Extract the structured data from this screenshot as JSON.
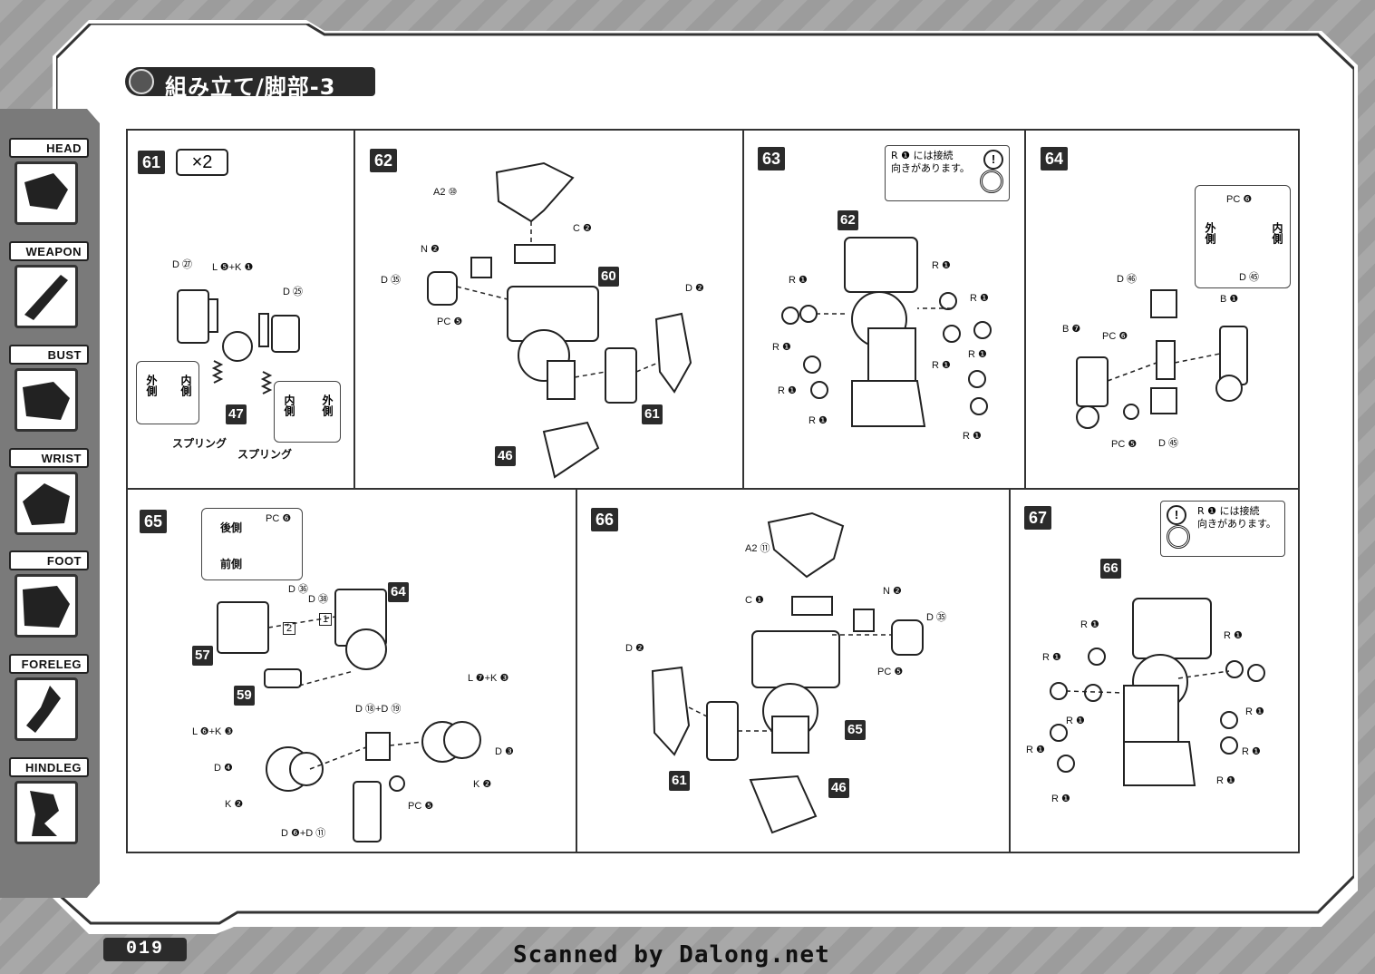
{
  "header": {
    "title": "組み立て/脚部-3"
  },
  "sidebar": {
    "tabs": [
      {
        "label": "HEAD"
      },
      {
        "label": "WEAPON"
      },
      {
        "label": "BUST"
      },
      {
        "label": "WRIST"
      },
      {
        "label": "FOOT"
      },
      {
        "label": "FORELEG"
      },
      {
        "label": "HINDLEG"
      }
    ]
  },
  "steps": {
    "s61": {
      "num": "61",
      "multiplier": "×2",
      "labels": {
        "d27": "D ㉗",
        "l5k1": "L ❺+K ❶",
        "d25": "D ㉕",
        "spring1": "スプリング",
        "spring2": "スプリング",
        "outer": "外側",
        "inner": "内側",
        "inner2": "内側",
        "outer2": "外側"
      },
      "sub": "47"
    },
    "s62": {
      "num": "62",
      "labels": {
        "a2": "A2 ⑩",
        "c2": "C ❷",
        "n2": "N ❷",
        "d35": "D ㉟",
        "pcj": "PC ❺",
        "d2": "D ❷"
      },
      "subs": {
        "s60": "60",
        "s61": "61",
        "s46": "46"
      }
    },
    "s63": {
      "num": "63",
      "note": "R ❶ には接続\n向きがあります。",
      "note_mark": "!",
      "sub": "62",
      "r_label": "R ❶"
    },
    "s64": {
      "num": "64",
      "labels": {
        "d46": "D ㊻",
        "b7": "B ❼",
        "pcn": "PC ❻",
        "b1": "B ❶",
        "pcj": "PC ❺",
        "d45": "D ㊺",
        "inset_pcn": "PC ❻",
        "inset_d45": "D ㊺",
        "outer": "外側",
        "inner": "内側"
      }
    },
    "s65": {
      "num": "65",
      "labels": {
        "back": "後側",
        "front": "前側",
        "pcn": "PC ❻",
        "d36": "D ㊱",
        "d38": "D ㊳",
        "step2": "2",
        "step1": "1",
        "l7k3": "L ❼+K ❸",
        "d18d19": "D ⑱+D ⑲",
        "l6k3": "L ❻+K ❸",
        "d4": "D ❹",
        "d3": "D ❸",
        "k2a": "K ❷",
        "k2b": "K ❷",
        "pcj": "PC ❺",
        "d6d11": "D ❻+D ⑪"
      },
      "subs": {
        "s64": "64",
        "s57": "57",
        "s59": "59"
      }
    },
    "s66": {
      "num": "66",
      "labels": {
        "a2": "A2 ⑪",
        "c1": "C ❶",
        "n2": "N ❷",
        "d35": "D ㉟",
        "pcj": "PC ❺",
        "d2": "D ❷"
      },
      "subs": {
        "s65": "65",
        "s61": "61",
        "s46": "46"
      }
    },
    "s67": {
      "num": "67",
      "note": "R ❶ には接続\n向きがあります。",
      "note_mark": "!",
      "sub": "66",
      "r_label": "R ❶"
    }
  },
  "footer": {
    "page_number": "019",
    "credit": "Scanned by Dalong.net"
  }
}
